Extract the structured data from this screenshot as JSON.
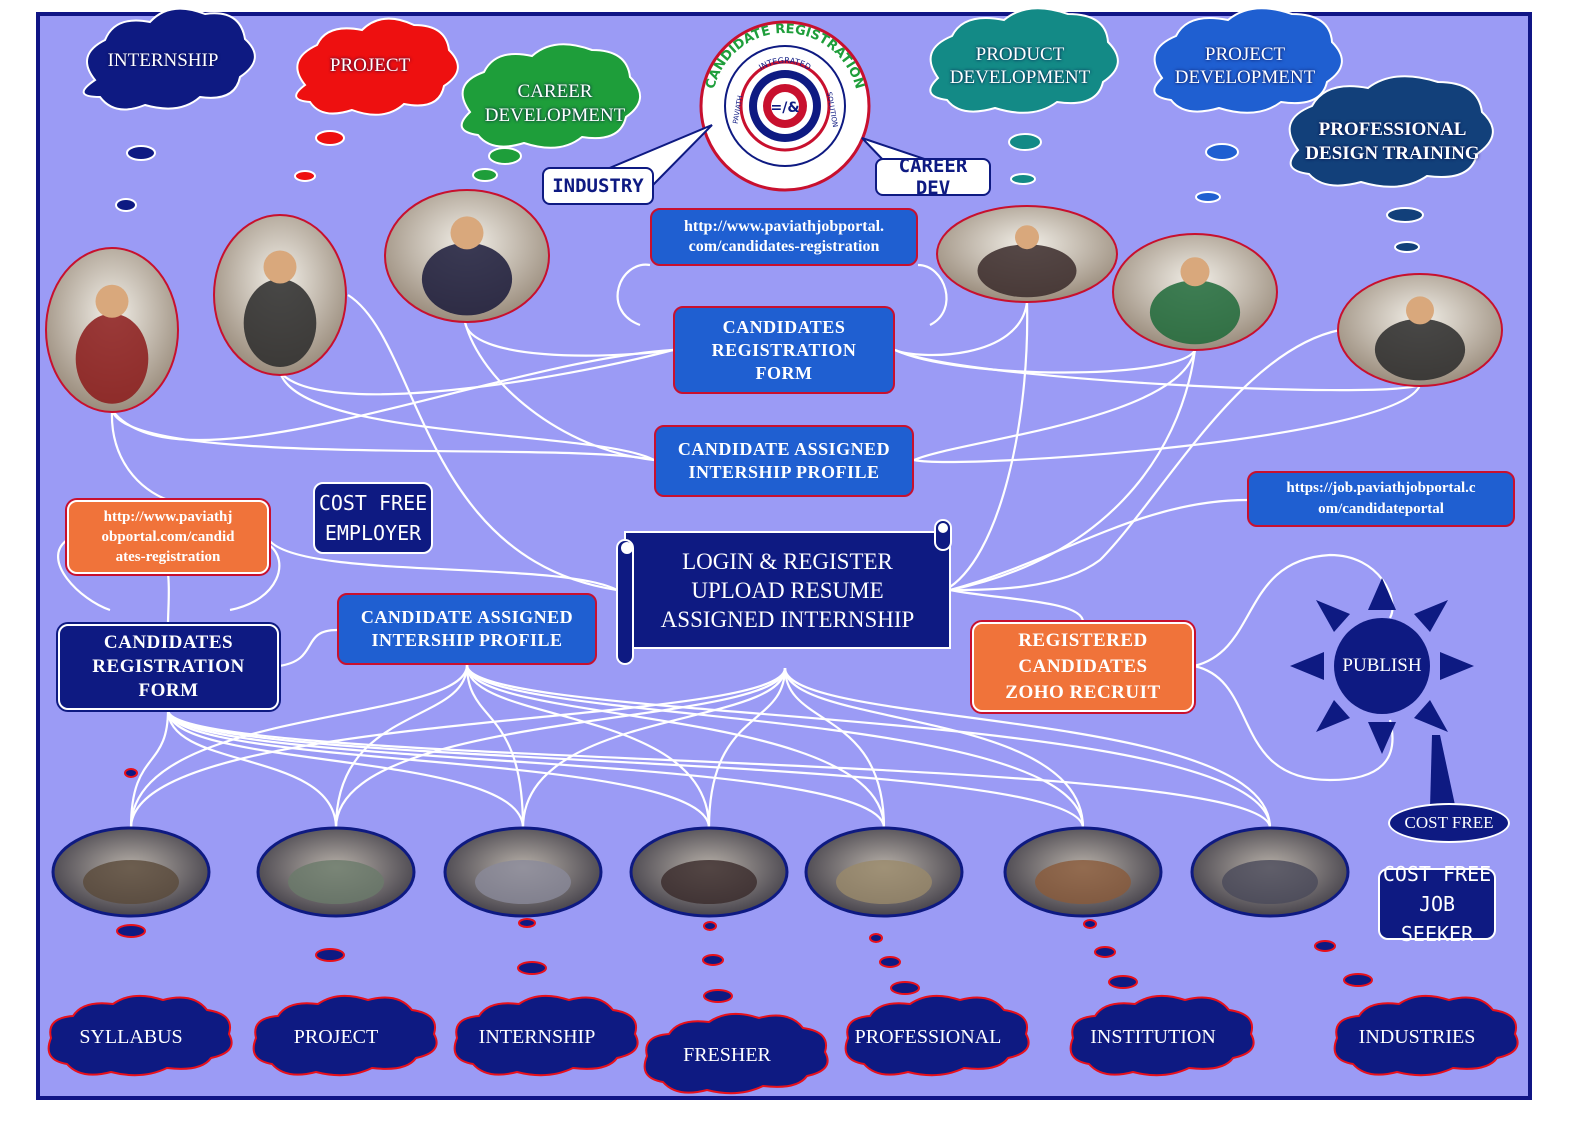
{
  "top_clouds": {
    "internship": "INTERNSHIP",
    "project": "PROJECT",
    "career_dev": "CAREER\nDEVELOPMENT",
    "product_dev": "PRODUCT\nDEVELOPMENT",
    "project_dev": "PROJECT\nDEVELOPMENT",
    "design_training": "PROFESSIONAL\nDESIGN TRAINING"
  },
  "logo": {
    "ring_text": "CANDIDATE REGISTRATION",
    "inner_top": "INTEGRATED",
    "inner_left": "PAVIATH",
    "inner_right": "SOLUTION"
  },
  "labels": {
    "industry": "INDUSTRY",
    "career_dev": "CAREER DEV",
    "url_top": "http://www.paviathjobportal.\ncom/candidates-registration",
    "reg_form_center": "CANDIDATES\nREGISTRATION\nFORM",
    "assigned_profile_center": "CANDIDATE ASSIGNED\nINTERSHIP PROFILE",
    "url_left": "http://www.paviathj\nobportal.com/candid\nates-registration",
    "cost_free_employer": "COST FREE\nEMPLOYER",
    "url_right": "https://job.paviathjobportal.c\nom/candidateportal",
    "login_scroll": "LOGIN & REGISTER\nUPLOAD RESUME\nASSIGNED INTERNSHIP",
    "reg_form_left": "CANDIDATES\nREGISTRATION\nFORM",
    "assigned_profile_left": "CANDIDATE ASSIGNED\nINTERSHIP PROFILE",
    "zoho": "REGISTERED\nCANDIDATES\nZOHO RECRUIT",
    "publish": "PUBLISH",
    "cost_free": "COST FREE",
    "cost_free_job_seeker": "COST FREE\nJOB SEEKER"
  },
  "bottom_clouds": [
    "SYLLABUS",
    "PROJECT",
    "INTERNSHIP",
    "FRESHER",
    "PROFESSIONAL",
    "INSTITUTION",
    "INDUSTRIES"
  ],
  "colors": {
    "background": "#9b9bf5",
    "navy": "#0e1a82",
    "blue": "#1f5fd1",
    "orange": "#f0733a",
    "red": "#e8101a",
    "teal": "#138a86",
    "green": "#1e9e3a"
  }
}
